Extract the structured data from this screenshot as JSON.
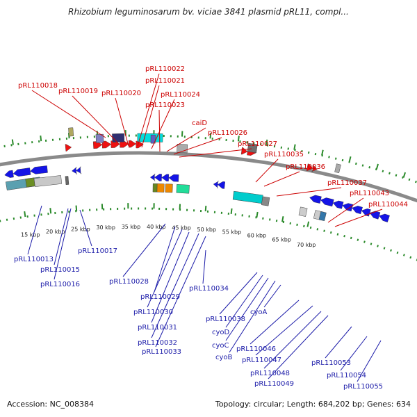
{
  "title": "Rhizobium leguminosarum bv. viciae 3841 plasmid pRL11, compl...",
  "footer": {
    "accession": "Accession: NC_008384",
    "topology": "Topology: circular; Length: 684,202 bp; Genes: 634"
  },
  "colors": {
    "forward_label": "#cc0000",
    "reverse_label": "#1a1aa8",
    "forward_gene": "#ee1111",
    "reverse_gene": "#1414e6",
    "backbone": "#8a8a8a",
    "ticks": "#2a8a2a"
  },
  "ticks": [
    "15 kbp",
    "20 kbp",
    "25 kbp",
    "30 kbp",
    "35 kbp",
    "40 kbp",
    "45 kbp",
    "50 kbp",
    "55 kbp",
    "60 kbp",
    "65 kbp",
    "70 kbp"
  ],
  "forward_labels": [
    "pRL110018",
    "pRL110019",
    "pRL110020",
    "pRL110022",
    "pRL110021",
    "pRL110024",
    "pRL110023",
    "caiD",
    "pRL110026",
    "pRL110027",
    "pRL110035",
    "pRL110036",
    "pRL110037",
    "pRL110043",
    "pRL110044"
  ],
  "reverse_labels": [
    "pRL110013",
    "pRL110015",
    "pRL110016",
    "pRL110017",
    "pRL110028",
    "pRL110029",
    "pRL110030",
    "pRL110031",
    "pRL110032",
    "pRL110033",
    "pRL110034",
    "pRL110038",
    "cyoD",
    "cyoC",
    "cyoB",
    "cyoA",
    "pRL110046",
    "pRL110047",
    "pRL110048",
    "pRL110049",
    "pRL110053",
    "pRL110054",
    "pRL110055"
  ]
}
